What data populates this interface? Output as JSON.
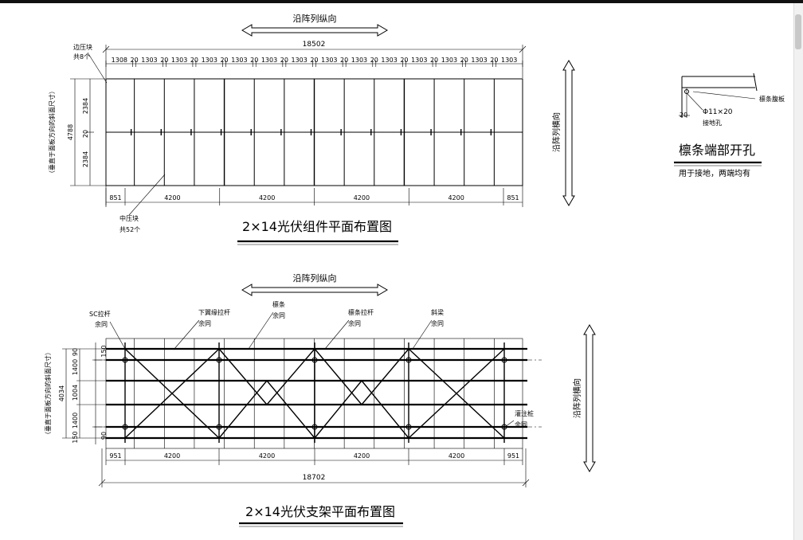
{
  "drawing1": {
    "direction_top": "沿阵列纵向",
    "direction_side": "沿阵列横向",
    "total_length": "18502",
    "panel_dims": [
      "1308",
      "20",
      "1303",
      "20",
      "1303",
      "20",
      "1303",
      "20",
      "1303",
      "20",
      "1303",
      "20",
      "1303",
      "20",
      "1303",
      "20",
      "1303",
      "20",
      "1303",
      "20",
      "1303",
      "20",
      "1303",
      "20",
      "1303",
      "20",
      "1303"
    ],
    "height_dims": [
      "2384",
      "20",
      "2384"
    ],
    "total_height": "4788",
    "vertical_note": "（垂直于面板方向的斜面尺寸）",
    "edge_clamp_label": "边压块",
    "edge_clamp_count": "共8个",
    "mid_clamp_label": "中压块",
    "mid_clamp_count": "共52个",
    "bottom_dims": [
      "851",
      "4200",
      "4200",
      "4200",
      "4200",
      "851"
    ],
    "title": "2×14光伏组件平面布置图"
  },
  "detail": {
    "purlin_label": "檩条腹板",
    "hole_size": "Φ11×20",
    "hole_label": "接地孔",
    "offset": "20",
    "title": "檩条端部开孔",
    "note": "用于接地，两端均有"
  },
  "drawing2": {
    "direction_top": "沿阵列纵向",
    "direction_side": "沿阵列横向",
    "labels": [
      {
        "name": "SC拉杆",
        "sub": "余同"
      },
      {
        "name": "下翼缘拉杆",
        "sub": "余同"
      },
      {
        "name": "檩条",
        "sub": "余同"
      },
      {
        "name": "檩条拉杆",
        "sub": "余同"
      },
      {
        "name": "斜梁",
        "sub": "余同"
      },
      {
        "name": "灌注桩",
        "sub": "余同"
      }
    ],
    "height_dims": [
      "90",
      "1400",
      "1004",
      "1400",
      "150"
    ],
    "top_offset": "150",
    "bottom_offset": "90",
    "total_height": "4034",
    "vertical_note": "（垂直于面板方向的斜面尺寸）",
    "bottom_dims": [
      "951",
      "4200",
      "4200",
      "4200",
      "4200",
      "951"
    ],
    "total_length": "18702",
    "title": "2×14光伏支架平面布置图"
  }
}
